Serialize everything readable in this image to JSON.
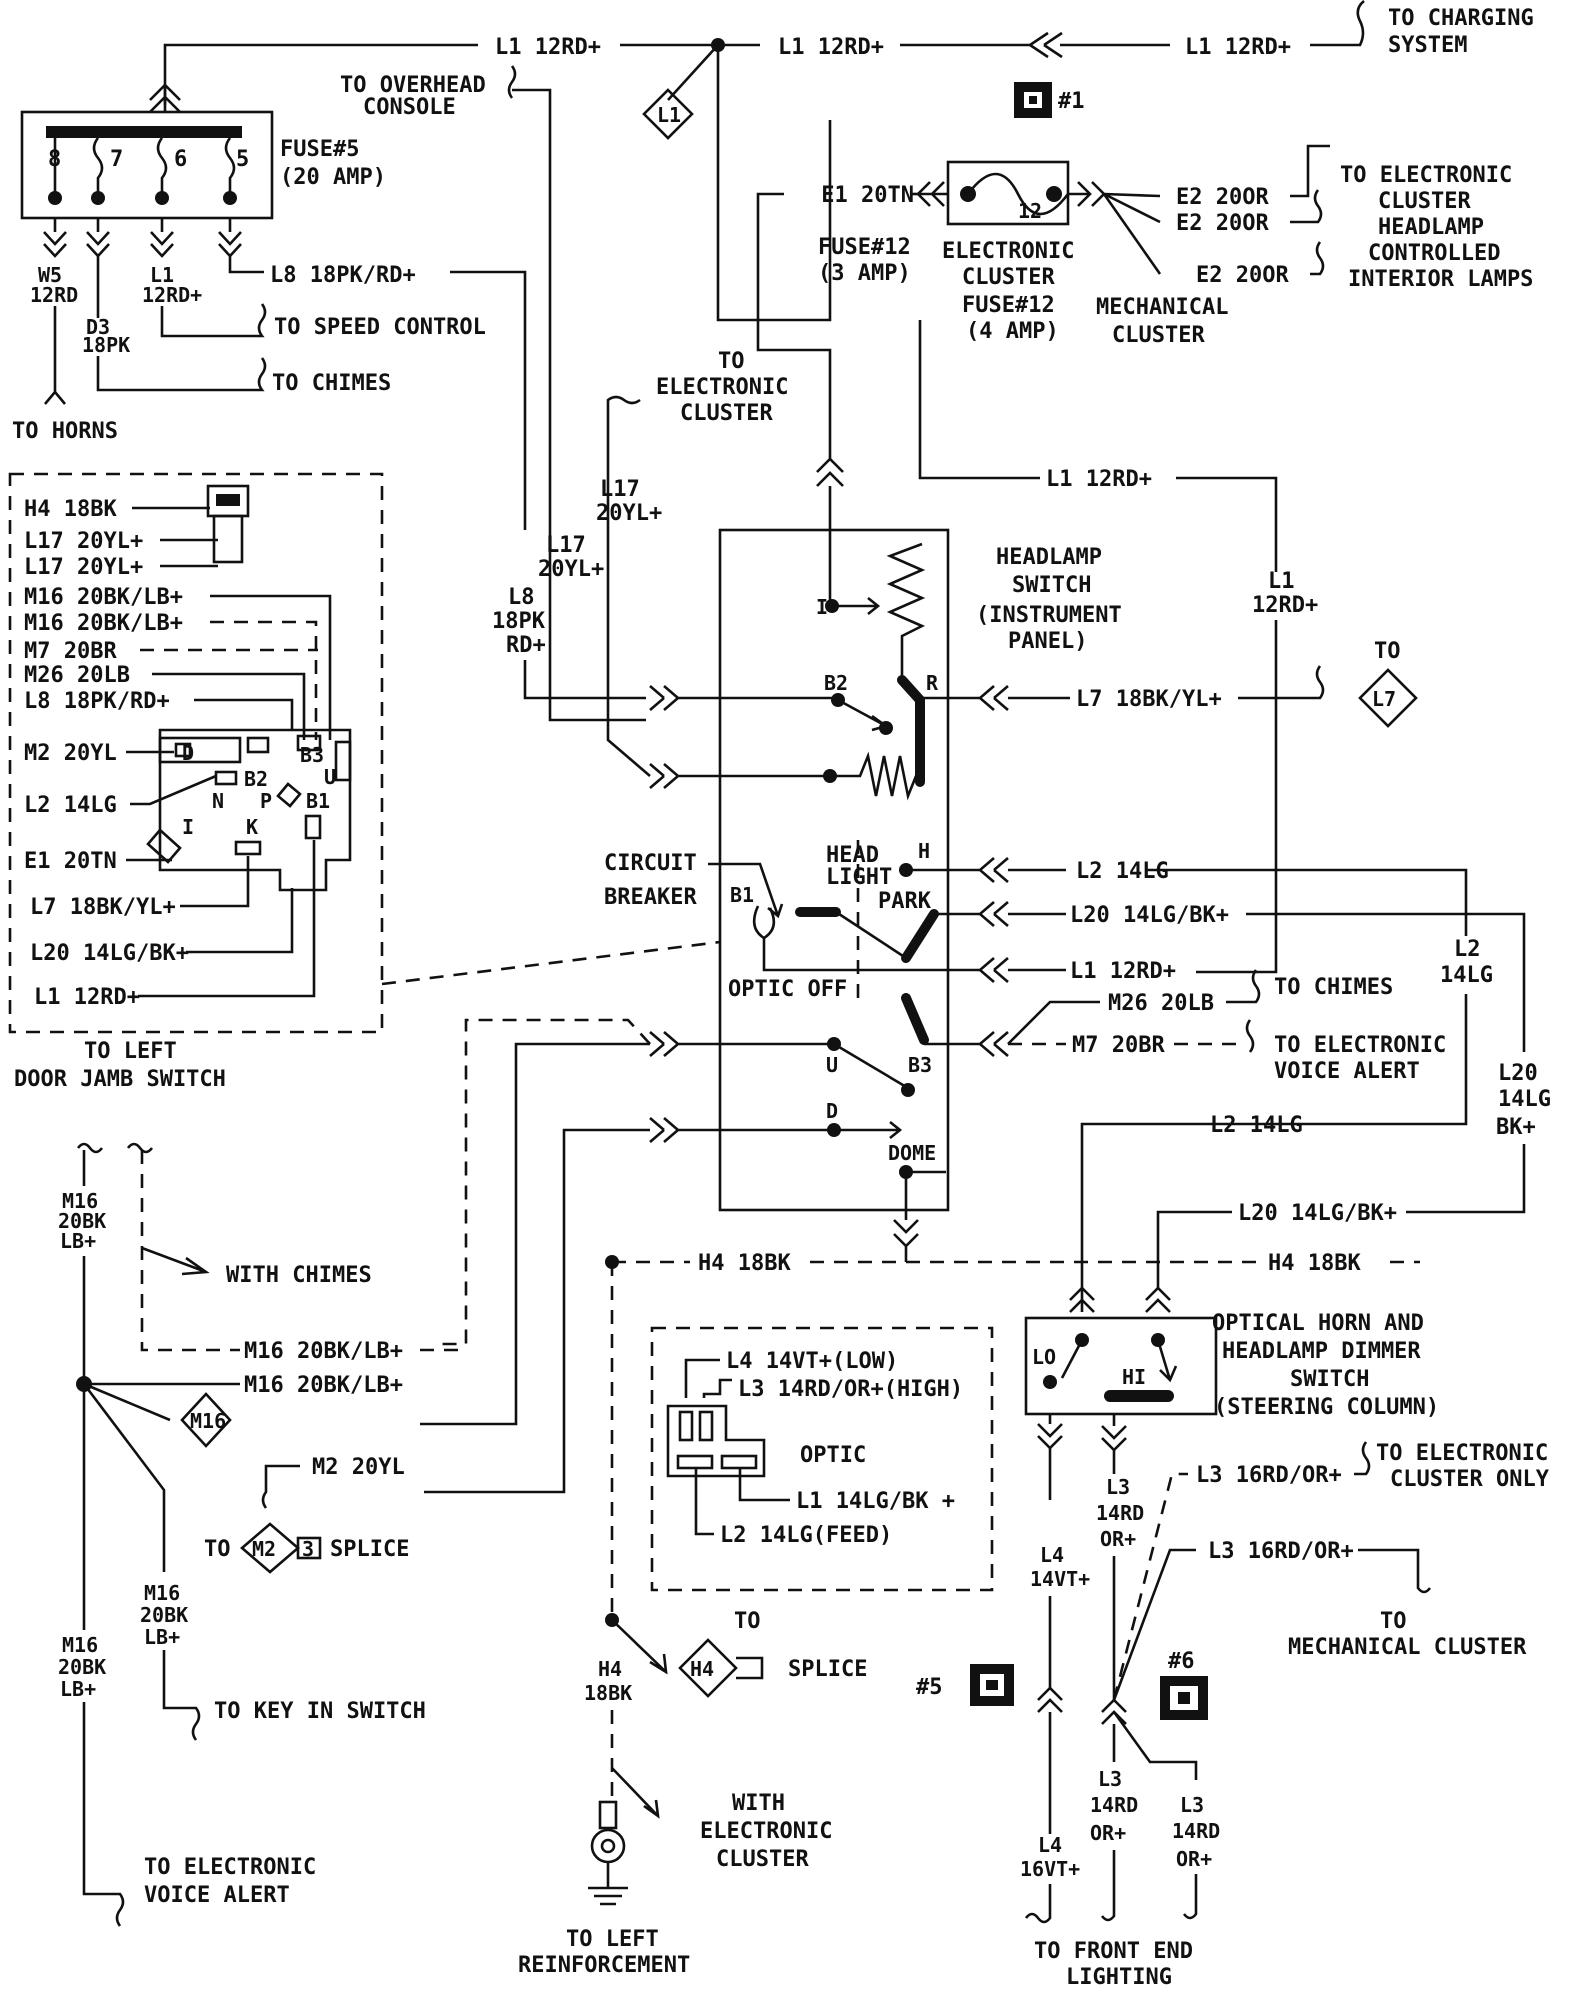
{
  "labels": {
    "l1_top_left": "L1 12RD+",
    "l1_top_mid": "L1 12RD+",
    "l1_top_right": "L1 12RD+",
    "to_charging_1": "TO CHARGING",
    "to_charging_2": "SYSTEM",
    "l1_diamond": "L1",
    "conn1": "#1",
    "to_overhead_1": "TO OVERHEAD",
    "to_overhead_2": "CONSOLE",
    "fuse5_title": "FUSE#5",
    "fuse5_amp": "(20 AMP)",
    "cav8": "8",
    "cav7": "7",
    "cav6": "6",
    "cav5": "5",
    "w5_1": "W5",
    "w5_2": "12RD",
    "l1_fuse_1": "L1",
    "l1_fuse_2": "12RD+",
    "d3_1": "D3",
    "d3_2": "18PK",
    "l8_fuse": "L8 18PK/RD+",
    "to_speed": "TO SPEED CONTROL",
    "to_chimes_top": "TO CHIMES",
    "to_horns": "TO HORNS",
    "e1_top": "E1 20TN",
    "fuse12_1": "FUSE#12",
    "fuse12_2": "(3 AMP)",
    "fuse12_num": "12",
    "ec_fuse_1": "ELECTRONIC",
    "ec_fuse_2": "CLUSTER",
    "ec_fuse_3": "FUSE#12",
    "ec_fuse_4": "(4 AMP)",
    "e2_1": "E2 20OR",
    "e2_2": "E2 20OR",
    "e2_3": "E2 20OR",
    "mech_cl_1": "MECHANICAL",
    "mech_cl_2": "CLUSTER",
    "to_ec_1": "TO ELECTRONIC",
    "to_ec_2": "CLUSTER",
    "to_ec_3": "HEADLAMP",
    "to_ec_4": "CONTROLLED",
    "to_ec_5": "INTERIOR LAMPS",
    "to_ec_top_1": "TO",
    "to_ec_top_2": "ELECTRONIC",
    "to_ec_top_3": "CLUSTER",
    "l17_a_1": "L17",
    "l17_a_2": "20YL+",
    "l17_b_1": "L17",
    "l17_b_2": "20YL+",
    "l8_v_1": "L8",
    "l8_v_2": "18PK",
    "l8_v_3": "RD+",
    "l1_mid": "L1 12RD+",
    "l1_right_1": "L1",
    "l1_right_2": "12RD+",
    "hs_1": "HEADLAMP",
    "hs_2": "SWITCH",
    "hs_3": "(INSTRUMENT",
    "hs_4": "PANEL)",
    "pin_i": "I",
    "pin_b2": "B2",
    "pin_r": "R",
    "l7_right": "L7 18BK/YL+",
    "to_l7": "TO",
    "l7_diamond": "L7",
    "cb_1": "CIRCUIT",
    "cb_2": "BREAKER",
    "head_1": "HEAD",
    "head_2": "LIGHT",
    "park": "PARK",
    "pin_h": "H",
    "pin_b1": "B1",
    "optic_off": "OPTIC OFF",
    "l2_right": "L2 14LG",
    "l20_right": "L20 14LG/BK+",
    "l1_right_h": "L1 12RD+",
    "l2_v_1": "L2",
    "l2_v_2": "14LG",
    "m26": "M26 20LB",
    "to_chimes_mid": "TO CHIMES",
    "m7": "M7 20BR",
    "to_eva_1": "TO ELECTRONIC",
    "to_eva_2": "VOICE ALERT",
    "pin_u": "U",
    "pin_b3": "B3",
    "pin_d": "D",
    "dome": "DOME",
    "l20_v_1": "L20",
    "l20_v_2": "14LG",
    "l20_v_3": "BK+",
    "l2_lower": "L2 14LG",
    "l20_lower": "L20 14LG/BK+",
    "h4_left": "H4 18BK",
    "h4_right": "H4 18BK",
    "conn_h4": "H4 18BK",
    "conn_l17a": "L17 20YL+",
    "conn_l17b": "L17 20YL+",
    "conn_m16a": "M16 20BK/LB+",
    "conn_m16b": "M16 20BK/LB+",
    "conn_m7": "M7 20BR",
    "conn_m26": "M26 20LB",
    "conn_l8": "L8 18PK/RD+",
    "conn_m2": "M2 20YL",
    "conn_l2": "L2 14LG",
    "conn_e1": "E1 20TN",
    "conn_l7": "L7 18BK/YL+",
    "conn_l20": "L20 14LG/BK+",
    "conn_l1": "L1 12RD+",
    "cpin_d": "D",
    "cpin_b3": "B3",
    "cpin_u": "U",
    "cpin_b2": "B2",
    "cpin_n": "N",
    "cpin_p": "P",
    "cpin_b1": "B1",
    "cpin_i": "I",
    "cpin_k": "K",
    "to_ldj_1": "TO LEFT",
    "to_ldj_2": "DOOR JAMB SWITCH",
    "m16_l_1": "M16",
    "m16_l_2": "20BK",
    "m16_l_3": "LB+",
    "with_chimes": "WITH CHIMES",
    "m16_h1": "M16 20BK/LB+",
    "m16_h2": "M16 20BK/LB+",
    "m16_diamond": "M16",
    "m2_wire": "M2 20YL",
    "to_m2": "TO",
    "m2_diamond": "M2",
    "m2_num": "3",
    "m2_splice": "SPLICE",
    "m16_b_1": "M16",
    "m16_b_2": "20BK",
    "m16_b_3": "LB+",
    "m16_c_1": "M16",
    "m16_c_2": "20BK",
    "m16_c_3": "LB+",
    "to_key": "TO KEY IN SWITCH",
    "to_eva_b_1": "TO ELECTRONIC",
    "to_eva_b_2": "VOICE ALERT",
    "ohd_1": "OPTICAL HORN AND",
    "ohd_2": "HEADLAMP DIMMER",
    "ohd_3": "SWITCH",
    "ohd_4": "(STEERING COLUMN)",
    "pin_lo": "LO",
    "pin_hi": "HI",
    "opt_l4": "L4 14VT+(LOW)",
    "opt_l3": "L3 14RD/OR+(HIGH)",
    "opt_title": "OPTIC",
    "opt_l1": "L1 14LG/BK +",
    "opt_l2": "L2 14LG(FEED)",
    "l3_ec": "L3 16RD/OR+",
    "to_ec_only_1": "TO ELECTRONIC",
    "to_ec_only_2": "CLUSTER ONLY",
    "l3_mc": "L3 16RD/OR+",
    "to_mc_1": "TO",
    "to_mc_2": "MECHANICAL CLUSTER",
    "l3_v_1": "L3",
    "l3_v_2": "14RD",
    "l3_v_3": "OR+",
    "l4_v_1": "L4",
    "l4_v_2": "14VT+",
    "conn5": "#5",
    "conn6": "#6",
    "h4_v_1": "H4",
    "h4_v_2": "18BK",
    "to_h4": "TO",
    "h4_diamond": "H4",
    "h4_splice": "SPLICE",
    "with_ec_1": "WITH",
    "with_ec_2": "ELECTRONIC",
    "with_ec_3": "CLUSTER",
    "to_lr_1": "TO LEFT",
    "to_lr_2": "REINFORCEMENT",
    "l3_b1_1": "L3",
    "l3_b1_2": "14RD",
    "l3_b1_3": "OR+",
    "l3_b2_1": "L3",
    "l3_b2_2": "14RD",
    "l3_b2_3": "OR+",
    "l4_b_1": "L4",
    "l4_b_2": "16VT+",
    "to_fel_1": "TO FRONT END",
    "to_fel_2": "LIGHTING"
  }
}
